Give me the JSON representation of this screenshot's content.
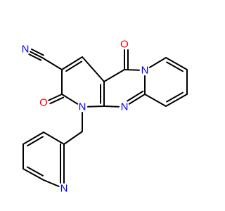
{
  "structure": {
    "colors": {
      "bond": "#000000",
      "N": "#0000ff",
      "O": "#ff0000",
      "background": "#ffffff"
    },
    "atoms": {
      "ketone_O": {
        "label": "O",
        "element": "O"
      },
      "lactam_O": {
        "label": "O",
        "element": "O"
      },
      "nitrile_N": {
        "label": "N",
        "element": "N"
      },
      "ring_N_alkyl": {
        "label": "N",
        "element": "N"
      },
      "ring_N_imine": {
        "label": "N",
        "element": "N"
      },
      "ring_N_bridge": {
        "label": "N",
        "element": "N"
      },
      "pyridine_N": {
        "label": "N",
        "element": "N"
      }
    }
  }
}
